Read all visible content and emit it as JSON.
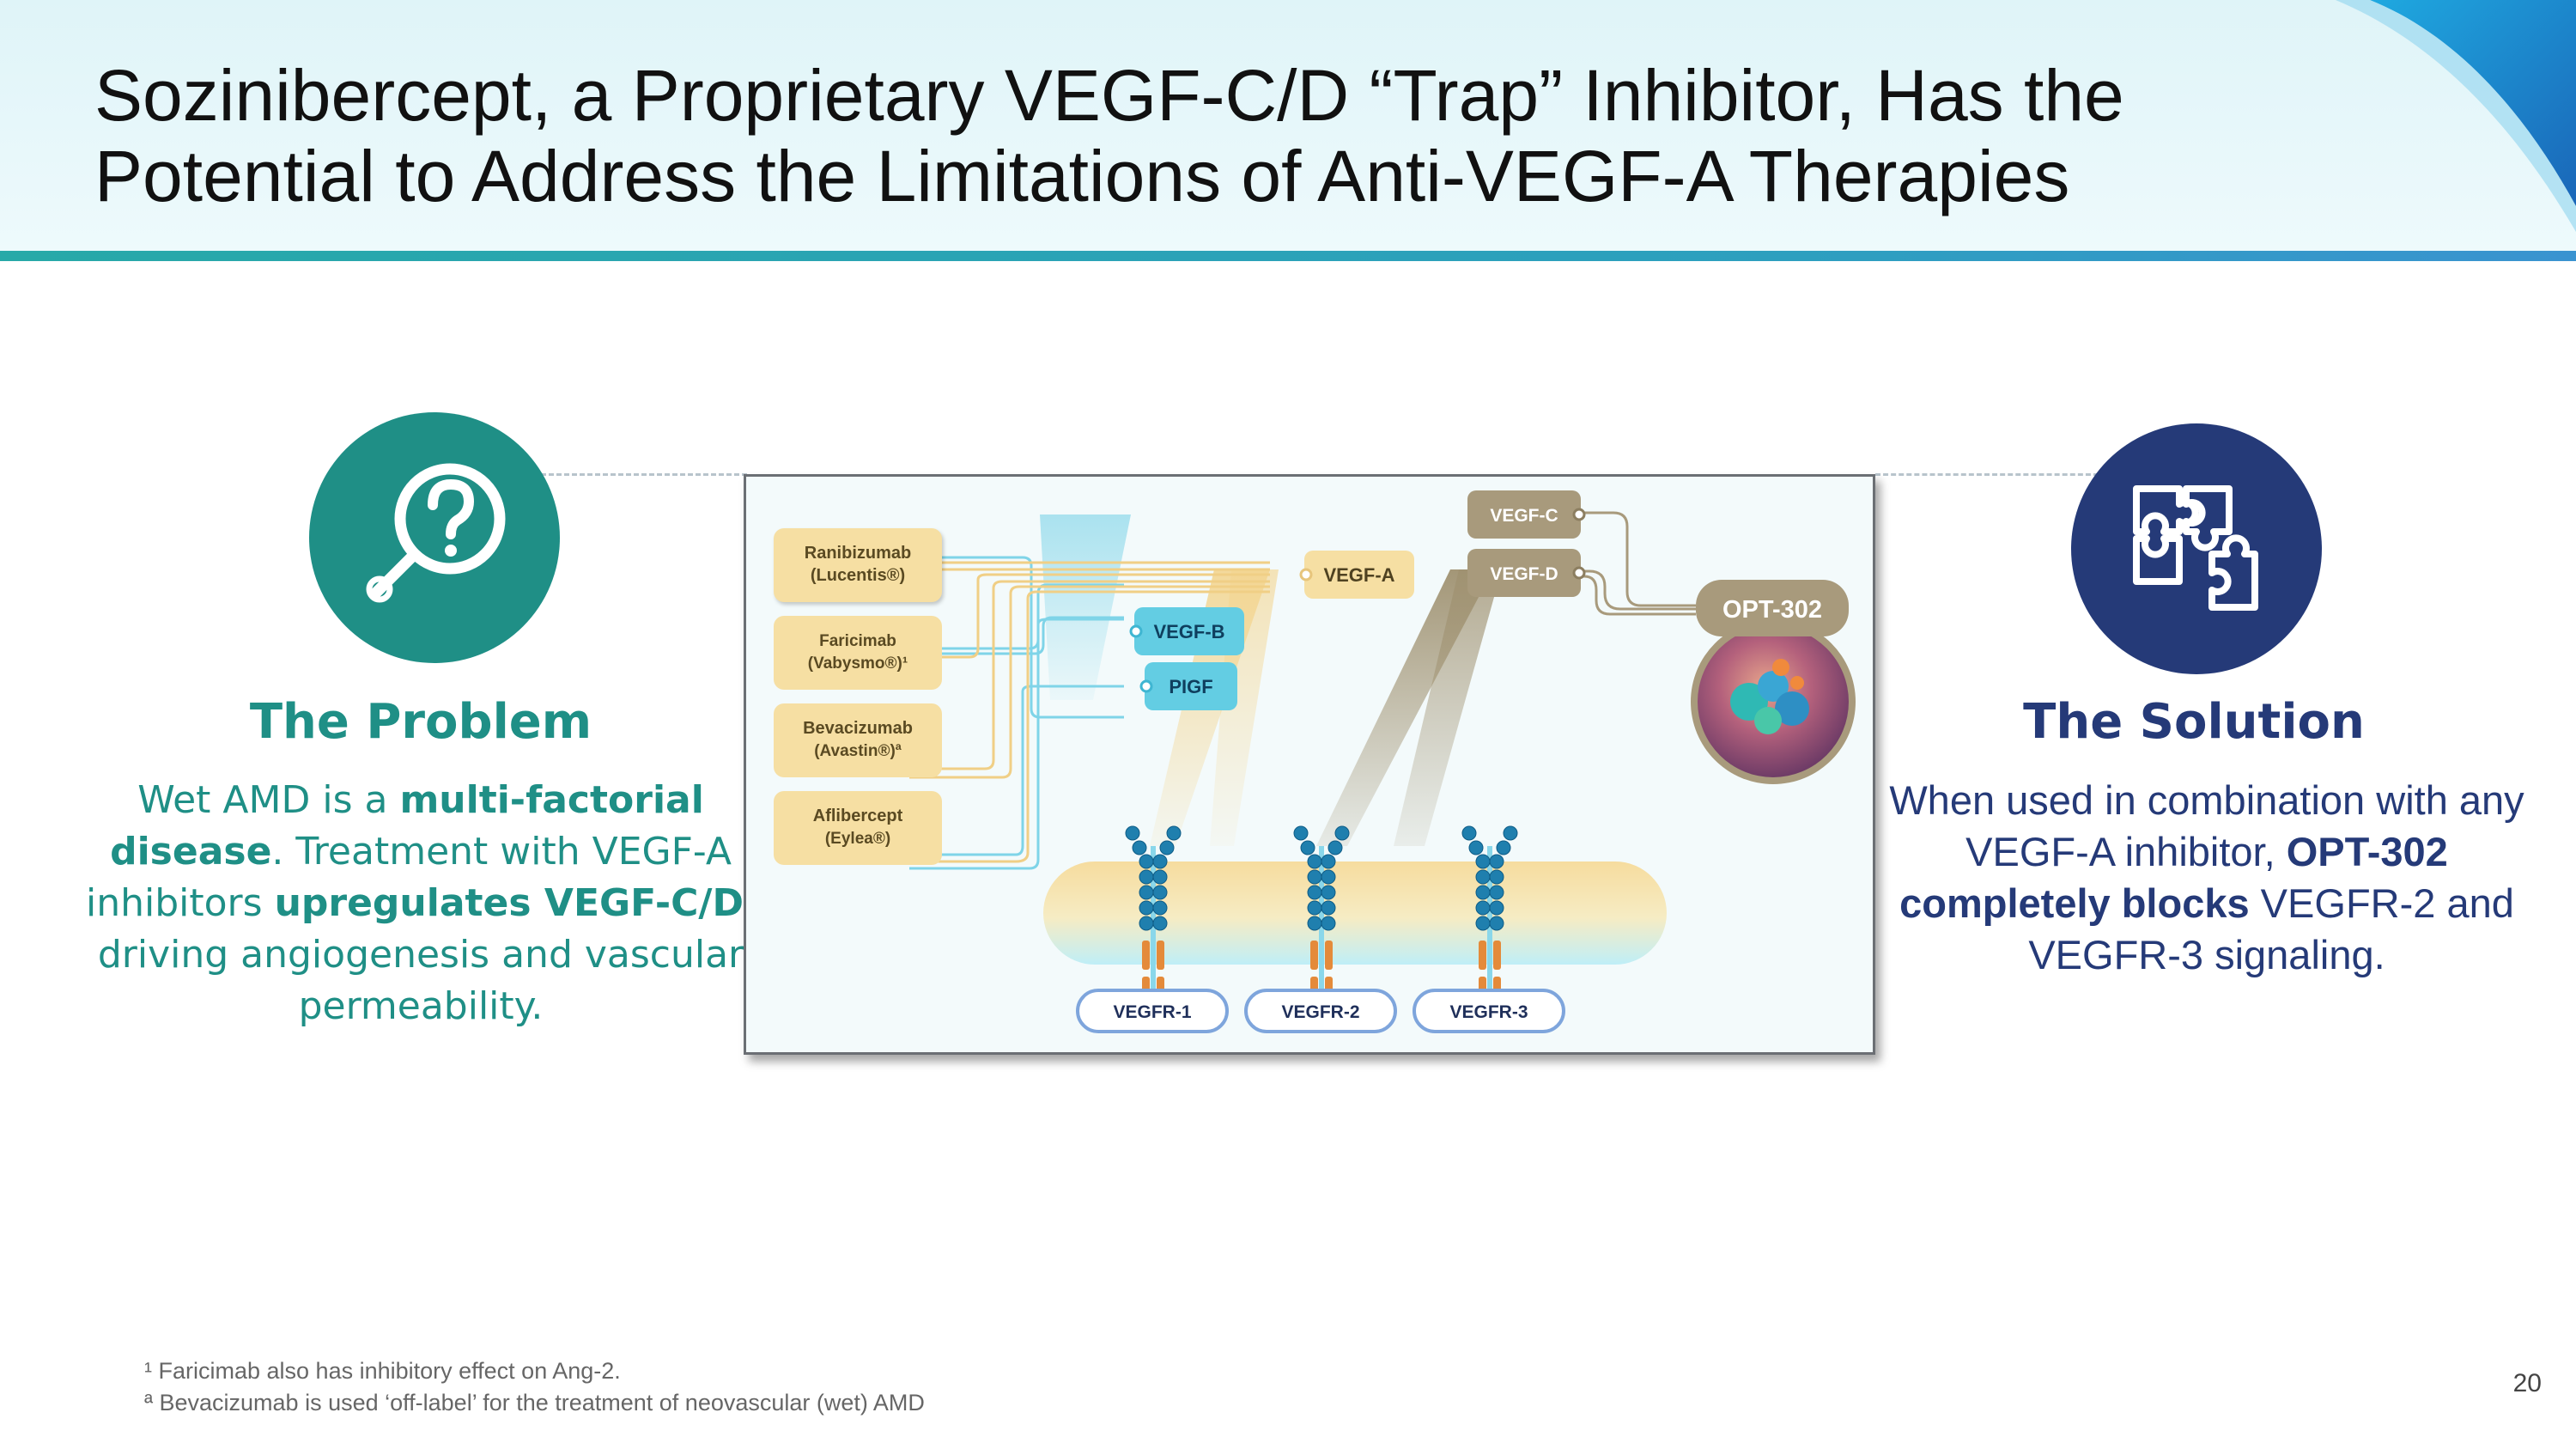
{
  "slide": {
    "title_line1": "Sozinibercept, a Proprietary VEGF-C/D “Trap” Inhibitor, Has the",
    "title_line2": "Potential to Address the Limitations of Anti-VEGF-A Therapies",
    "page_number": "20"
  },
  "problem": {
    "icon": "magnifier-question-icon",
    "title": "The Problem",
    "body_parts": [
      {
        "text": "Wet AMD is a ",
        "bold": false
      },
      {
        "text": "multi-factorial disease",
        "bold": true
      },
      {
        "text": ". Treatment with VEGF-A inhibitors ",
        "bold": false
      },
      {
        "text": "upregulates VEGF-C/D",
        "bold": true
      },
      {
        "text": ", driving angiogenesis and vascular permeability.",
        "bold": false
      }
    ]
  },
  "solution": {
    "icon": "puzzle-pieces-icon",
    "title": "The Solution",
    "body_parts": [
      {
        "text": "When used in combination with any VEGF-A inhibitor, ",
        "bold": false
      },
      {
        "text": "OPT-302 completely blocks",
        "bold": true
      },
      {
        "text": " VEGFR-2 and VEGFR-3 signaling.",
        "bold": false
      }
    ]
  },
  "diagram": {
    "drugs": [
      {
        "line1": "Ranibizumab",
        "line2": "(Lucentis®)"
      },
      {
        "line1": "Faricimab",
        "line2": "(Vabysmo®)¹"
      },
      {
        "line1": "Bevacizumab",
        "line2": "(Avastin®)ª"
      },
      {
        "line1": "Aflibercept",
        "line2": "(Eylea®)"
      }
    ],
    "ligands": {
      "vegf_a": "VEGF-A",
      "vegf_b": "VEGF-B",
      "pigf": "PIGF",
      "vegf_c": "VEGF-C",
      "vegf_d": "VEGF-D"
    },
    "trap_label": "OPT-302",
    "receptors": [
      "VEGFR-1",
      "VEGFR-2",
      "VEGFR-3"
    ],
    "colors": {
      "drug_fill": "#f6dfa3",
      "ligand_a_fill": "#f6dfa3",
      "ligand_b_fill": "#63cde3",
      "ligand_cd_fill": "#a89a7c",
      "receptor_bead": "#1f7fae",
      "receptor_stem": "#e48a3a",
      "receptor_label_border": "#7ea5dc"
    }
  },
  "footnotes": [
    "¹ Faricimab also has inhibitory effect on Ang-2.",
    "ª Bevacizumab is used ‘off-label’ for the treatment of neovascular (wet) AMD"
  ]
}
